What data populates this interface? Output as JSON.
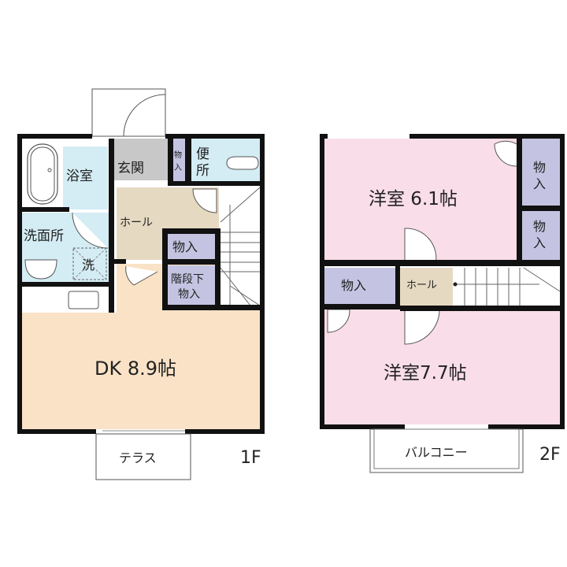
{
  "colors": {
    "wall": "#111111",
    "bath": "#d4ecf4",
    "entrance": "#c8c8c8",
    "storage": "#c4c4e2",
    "hall": "#e6d9c2",
    "dk": "#f9e2c6",
    "western": "#f9dde8",
    "white": "#ffffff",
    "line": "#555555"
  },
  "floor1": {
    "label": "1F",
    "rooms": {
      "bath": "浴室",
      "entrance": "玄関",
      "storage_small_1": "物",
      "storage_small_2": "入",
      "toilet_1": "便",
      "toilet_2": "所",
      "hall": "ホール",
      "washroom": "洗面所",
      "washer": "洗",
      "storage": "物入",
      "under_stairs_1": "階段下",
      "under_stairs_2": "物入",
      "dk": "DK 8.9帖",
      "terrace": "テラス"
    }
  },
  "floor2": {
    "label": "2F",
    "rooms": {
      "western_1": "洋室 6.1帖",
      "closet_a_1": "物",
      "closet_a_2": "入",
      "closet_b_1": "物",
      "closet_b_2": "入",
      "storage": "物入",
      "hall": "ホール",
      "western_2": "洋室7.7帖",
      "balcony": "バルコニー"
    }
  }
}
